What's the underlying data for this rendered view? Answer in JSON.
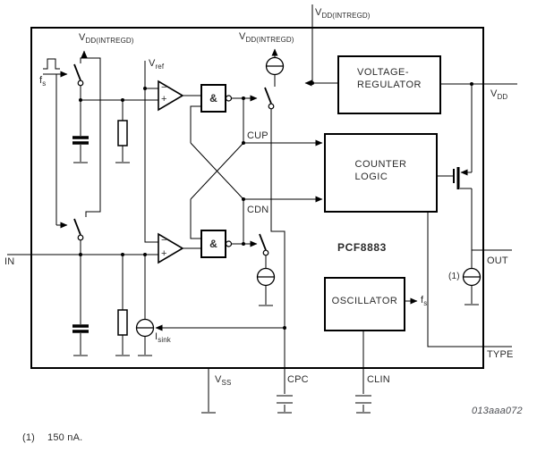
{
  "figure": {
    "chip_name": "PCF8883",
    "figure_id": "013aaa072",
    "footnote": {
      "ref": "(1)",
      "text": "150 nA."
    },
    "out_current_source_ref": "(1)"
  },
  "blocks": {
    "voltage_regulator": {
      "line1": "VOLTAGE-",
      "line2": "REGULATOR"
    },
    "counter_logic": {
      "line1": "COUNTER",
      "line2": "LOGIC"
    },
    "oscillator": {
      "label": "OSCILLATOR"
    }
  },
  "pins": {
    "in": "IN",
    "out": "OUT",
    "type": "TYPE",
    "cpc": "CPC",
    "clin": "CLIN",
    "vdd": {
      "base": "V",
      "sub": "DD"
    },
    "vss": {
      "base": "V",
      "sub": "SS"
    }
  },
  "signals": {
    "vdd_intregd": {
      "base": "V",
      "sub": "DD(INTREGD)"
    },
    "vref": {
      "base": "V",
      "sub": "ref"
    },
    "fs": {
      "base": "f",
      "sub": "s"
    },
    "isink": {
      "base": "I",
      "sub": "sink"
    },
    "cup": "CUP",
    "cdn": "CDN"
  },
  "symbols": {
    "and": "&",
    "minus": "−",
    "plus": "+"
  },
  "colors": {
    "background": "#ffffff",
    "line": "#000000",
    "text": "#2b2b2b",
    "figure_id_text": "#4b4d52"
  }
}
